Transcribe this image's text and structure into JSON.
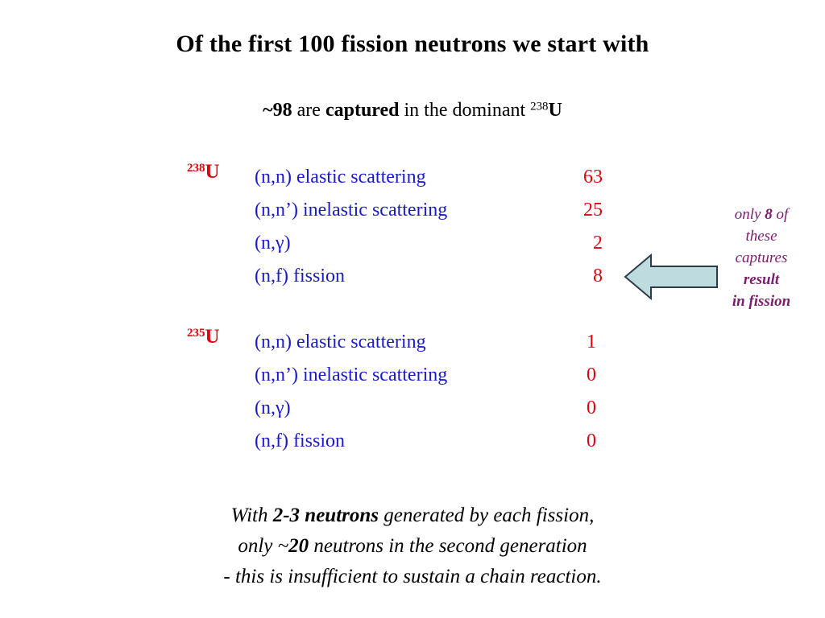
{
  "slide": {
    "title": "Of the first 100 fission neutrons we start with",
    "subtitle": {
      "lead": "~98",
      "mid1": " are ",
      "emph": "captured",
      "mid2": " in the dominant ",
      "isotope_mass": "238",
      "isotope_symbol": "U"
    },
    "blocks": [
      {
        "isotope_mass": "238",
        "isotope_symbol": "U",
        "rows": [
          {
            "reaction": "(n,n) elastic scattering",
            "count": "63"
          },
          {
            "reaction": "(n,n’) inelastic scattering",
            "count": "25"
          },
          {
            "reaction": "(n,γ)",
            "count": "2"
          },
          {
            "reaction": "(n,f) fission",
            "count": "8"
          }
        ]
      },
      {
        "isotope_mass": "235",
        "isotope_symbol": "U",
        "rows": [
          {
            "reaction": "(n,n) elastic scattering",
            "count": "1"
          },
          {
            "reaction": "(n,n’) inelastic scattering",
            "count": "0"
          },
          {
            "reaction": "(n,γ)",
            "count": "0"
          },
          {
            "reaction": "(n,f) fission",
            "count": "0"
          }
        ]
      }
    ],
    "annotation": {
      "line1_pre": "only ",
      "line1_bold": "8",
      "line1_post": " of",
      "line2": "these",
      "line3": "captures",
      "line4": "result",
      "line5": "in fission"
    },
    "arrow": {
      "icon": "left-arrow-icon",
      "fill": "#BEDCE0",
      "stroke": "#2E3A46",
      "direction": "left"
    },
    "footer": {
      "line1_pre": "With ",
      "line1_bold": "2-3 neutrons",
      "line1_post": " generated by each fission,",
      "line2_pre": "only ~",
      "line2_bold": "20",
      "line2_post": " neutrons in the second generation",
      "line3": "- this is insufficient to sustain a chain reaction."
    },
    "colors": {
      "reaction_blue": "#1A1ACC",
      "number_red": "#E00010",
      "annotation_purple": "#7C1C6C",
      "arrow_fill": "#BEDCE0",
      "background": "#FFFFFF"
    }
  }
}
